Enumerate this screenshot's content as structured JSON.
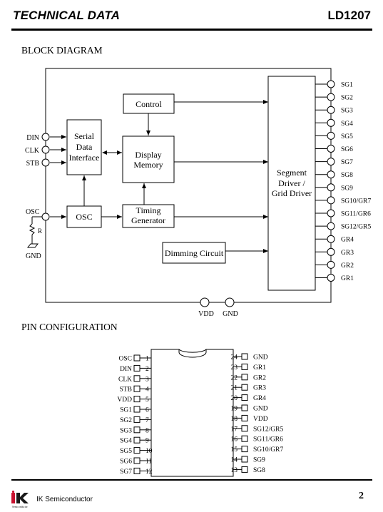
{
  "header": {
    "title": "TECHNICAL DATA",
    "part_number": "LD1207"
  },
  "sections": {
    "block_diagram": "BLOCK DIAGRAM",
    "pin_configuration": "PIN CONFIGURATION"
  },
  "block_diagram": {
    "blocks": {
      "control": "Control",
      "serial": [
        "Serial",
        "Data",
        "Interface"
      ],
      "display_memory": [
        "Display",
        "Memory"
      ],
      "osc": "OSC",
      "timing": [
        "Timing",
        "Generator"
      ],
      "dimming": "Dimming Circuit",
      "segment": [
        "Segment",
        "Driver /",
        "Grid Driver"
      ]
    },
    "left_pins": [
      "DIN",
      "CLK",
      "STB"
    ],
    "osc_pin": "OSC",
    "resistor": "R",
    "gnd_left": "GND",
    "right_pins": [
      "SG1",
      "SG2",
      "SG3",
      "SG4",
      "SG5",
      "SG6",
      "SG7",
      "SG8",
      "SG9",
      "SG10/GR7",
      "SG11/GR6",
      "SG12/GR5",
      "GR4",
      "GR3",
      "GR2",
      "GR1"
    ],
    "bottom_pins": [
      "VDD",
      "GND"
    ]
  },
  "pin_configuration": {
    "left": [
      {
        "name": "OSC",
        "num": "1"
      },
      {
        "name": "DIN",
        "num": "2"
      },
      {
        "name": "CLK",
        "num": "3"
      },
      {
        "name": "STB",
        "num": "4"
      },
      {
        "name": "VDD",
        "num": "5"
      },
      {
        "name": "SG1",
        "num": "6"
      },
      {
        "name": "SG2",
        "num": "7"
      },
      {
        "name": "SG3",
        "num": "8"
      },
      {
        "name": "SG4",
        "num": "9"
      },
      {
        "name": "SG5",
        "num": "10"
      },
      {
        "name": "SG6",
        "num": "11"
      },
      {
        "name": "SG7",
        "num": "12"
      }
    ],
    "right": [
      {
        "name": "GND",
        "num": "24"
      },
      {
        "name": "GR1",
        "num": "23"
      },
      {
        "name": "GR2",
        "num": "22"
      },
      {
        "name": "GR3",
        "num": "21"
      },
      {
        "name": "GR4",
        "num": "20"
      },
      {
        "name": "GND",
        "num": "19"
      },
      {
        "name": "VDD",
        "num": "18"
      },
      {
        "name": "SG12/GR5",
        "num": "17"
      },
      {
        "name": "SG11/GR6",
        "num": "16"
      },
      {
        "name": "SG10/GR7",
        "num": "15"
      },
      {
        "name": "SG9",
        "num": "14"
      },
      {
        "name": "SG8",
        "num": "13"
      }
    ]
  },
  "footer": {
    "company": "IK Semiconductor",
    "logo_mark": "IK",
    "logo_sub": "Semiconductor",
    "page": "2"
  },
  "colors": {
    "logo_red": "#c8102e",
    "logo_dark": "#1a1a1a"
  }
}
